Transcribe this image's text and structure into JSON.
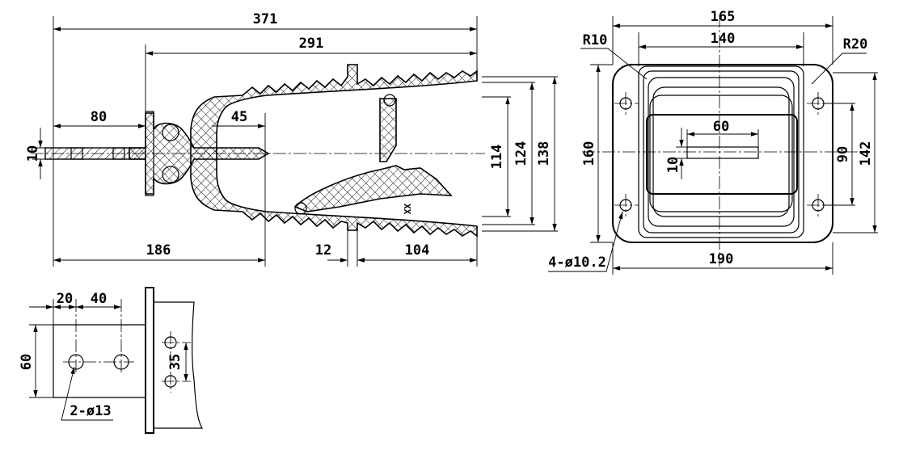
{
  "side_view": {
    "overall_length": "371",
    "body_length": "291",
    "terminal_length": "80",
    "flange_offset": "45",
    "terminal_thickness": "10",
    "base_length": "186",
    "flange_thickness": "12",
    "skirt_length": "104",
    "diameter_inner": "114",
    "diameter_mid": "124",
    "diameter_outer": "138"
  },
  "front_view": {
    "width_mid": "165",
    "width_inner": "140",
    "corner_radius_small": "R10",
    "corner_radius_large": "R20",
    "slot_length": "60",
    "slot_width": "10",
    "height_outer": "160",
    "hole_spacing_v": "90",
    "height_flange": "142",
    "width_outer": "190",
    "holes_label": "4-ø10.2"
  },
  "detail_view": {
    "edge_dist": "20",
    "hole_pitch": "40",
    "terminal_width": "60",
    "mount_spacing": "35",
    "holes_label": "2-ø13"
  }
}
